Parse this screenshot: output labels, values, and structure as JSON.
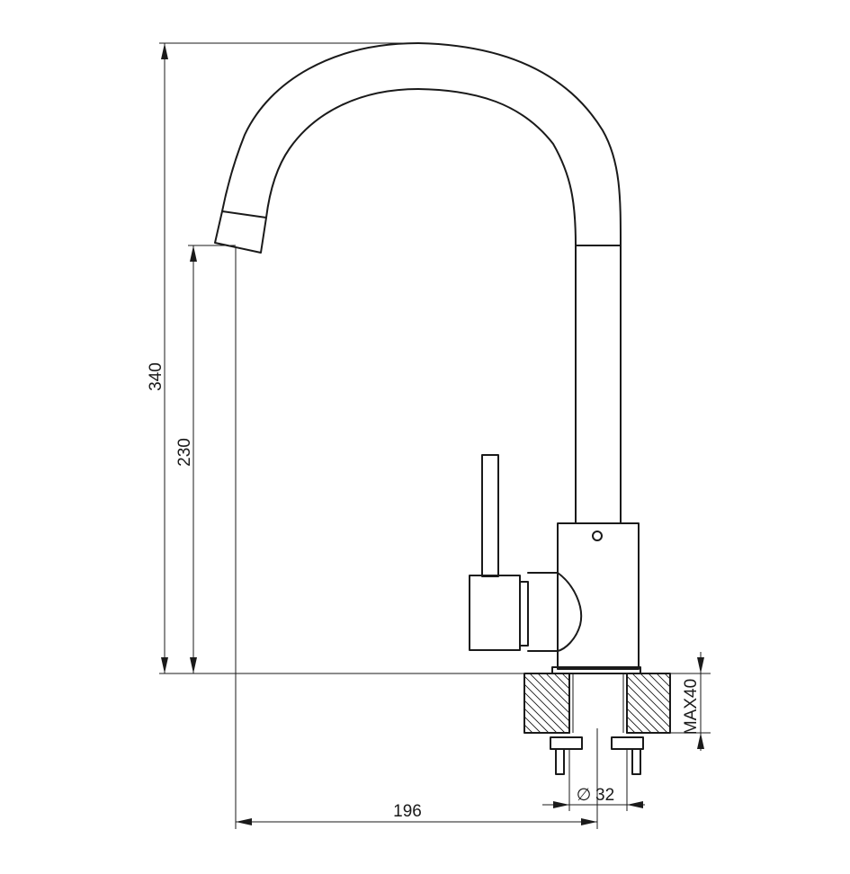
{
  "dimensions": {
    "total_height": "340",
    "spout_height": "230",
    "spout_reach": "196",
    "hole_diameter_symbol": "∅",
    "hole_diameter": "32",
    "max_counter_thickness": "MAX40"
  },
  "colors": {
    "line": "#1a1a1a",
    "background": "#ffffff"
  }
}
